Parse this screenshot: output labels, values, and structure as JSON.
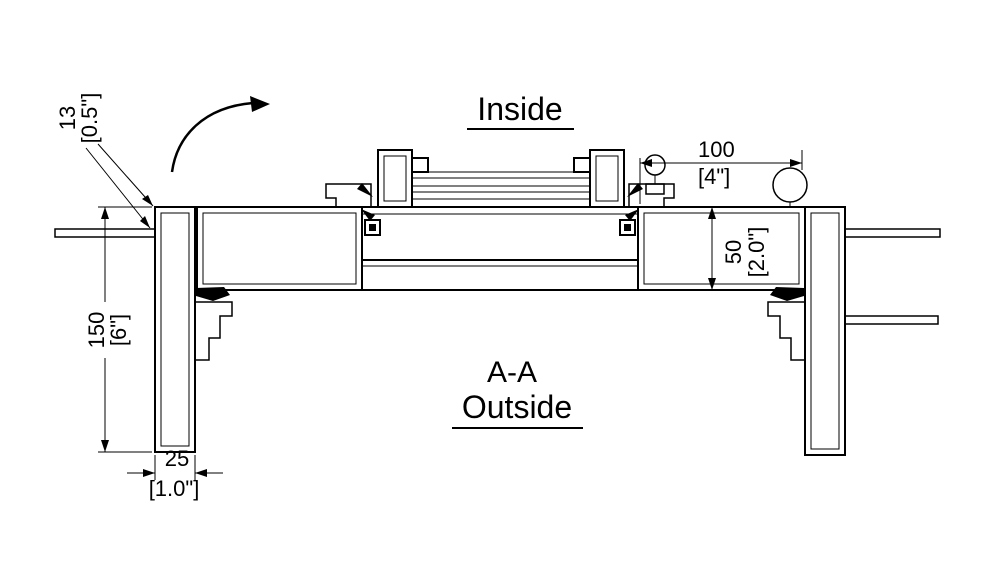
{
  "labels": {
    "inside": "Inside",
    "section": "A-A",
    "outside": "Outside"
  },
  "dimensions": {
    "top_left": {
      "mm": "13",
      "inch": "[0.5\"]"
    },
    "left": {
      "mm": "150",
      "inch": "[6\"]"
    },
    "bottom": {
      "mm": "25",
      "inch": "[1.0\"]"
    },
    "top_right": {
      "mm": "100",
      "inch": "[4\"]"
    },
    "right": {
      "mm": "50",
      "inch": "[2.0\"]"
    }
  },
  "colors": {
    "line": "#000000",
    "background": "#ffffff"
  }
}
